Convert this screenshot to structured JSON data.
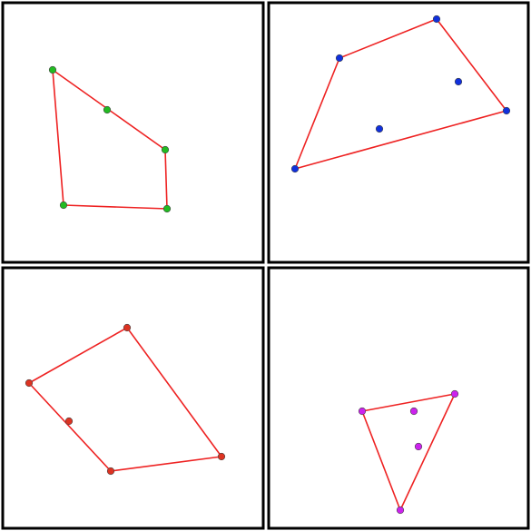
{
  "colors": {
    "background": "#ffffff",
    "panel_border": "#000000",
    "hull": "#ee2222",
    "point_stroke": "#444444"
  },
  "panels": [
    {
      "id": "top-left",
      "point_color": "#22bb22",
      "points": [
        [
          58,
          77
        ],
        [
          118,
          121
        ],
        [
          182,
          165
        ],
        [
          184,
          230
        ],
        [
          70,
          226
        ]
      ],
      "hull": [
        0,
        2,
        3,
        4
      ]
    },
    {
      "id": "top-right",
      "point_color": "#1030dd",
      "points": [
        [
          374,
          64
        ],
        [
          481,
          21
        ],
        [
          505,
          90
        ],
        [
          558,
          122
        ],
        [
          418,
          142
        ],
        [
          325,
          186
        ]
      ],
      "hull": [
        0,
        1,
        3,
        5
      ]
    },
    {
      "id": "bottom-left",
      "point_color": "#dd3322",
      "points": [
        [
          140,
          361
        ],
        [
          32,
          422
        ],
        [
          76,
          464
        ],
        [
          122,
          519
        ],
        [
          244,
          503
        ]
      ],
      "hull": [
        0,
        4,
        3,
        1
      ]
    },
    {
      "id": "bottom-right",
      "point_color": "#cc22ee",
      "points": [
        [
          399,
          453
        ],
        [
          456,
          453
        ],
        [
          501,
          434
        ],
        [
          461,
          492
        ],
        [
          441,
          562
        ]
      ],
      "hull": [
        0,
        2,
        4
      ]
    }
  ]
}
